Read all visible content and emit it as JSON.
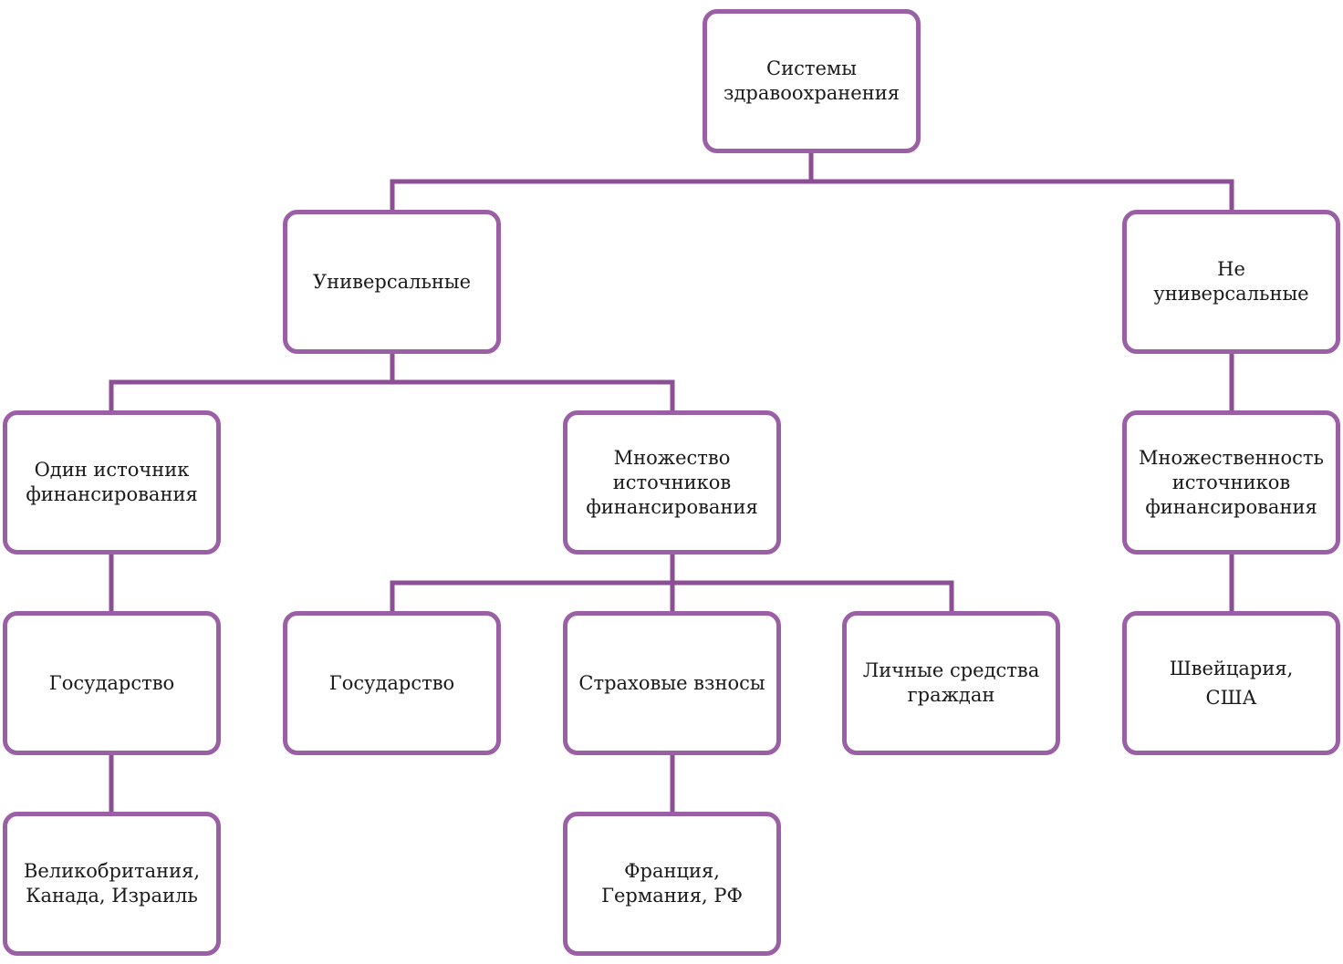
{
  "colors": {
    "node_border": "#9b5fa6",
    "connector": "#8c4f96",
    "text": "#1a1a1a"
  },
  "nodes": {
    "root": "Системы\nздравоохранения",
    "universal": "Универсальные",
    "non_universal": "Не\nуниверсальные",
    "single_source": "Один источник\nфинансирования",
    "multiple_sources": "Множество\nисточников\nфинансирования",
    "plurality_sources": "Множественность\nисточников\nфинансирования",
    "state_1": "Государство",
    "state_2": "Государство",
    "insurance": "Страховые взносы",
    "personal_funds": "Личные средства\nграждан",
    "switzerland_usa": "Швейцария,\nСША",
    "uk_canada_israel": "Великобритания,\nКанада, Израиль",
    "france_germany_rf": "Франция,\nГермания, РФ"
  }
}
